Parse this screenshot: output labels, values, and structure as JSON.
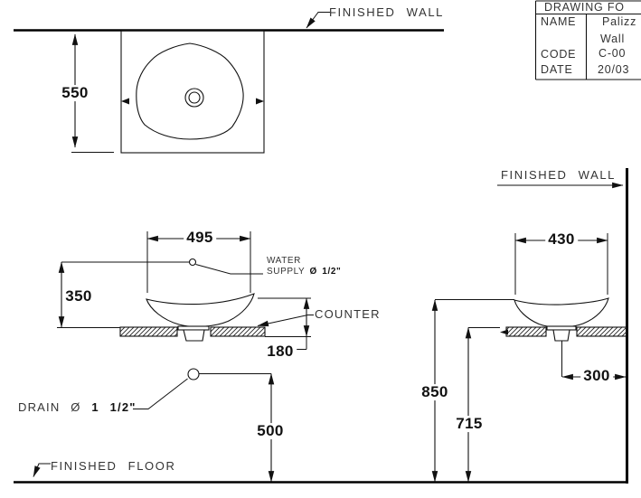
{
  "drawing": {
    "finished_wall_top": "FINISHED WALL",
    "finished_wall_right": "FINISHED WALL",
    "finished_floor": "FINISHED FLOOR",
    "counter_label": "COUNTER",
    "water_supply": {
      "line1": "WATER",
      "line2_prefix": "SUPPLY ",
      "line2_bold": "Ø 1/2\""
    },
    "drain_label": {
      "prefix": "DRAIN Ø ",
      "bold": "1 1/2\""
    }
  },
  "dimensions": {
    "plan_depth": "550",
    "bowl_width_front": "495",
    "supply_above_counter": "350",
    "bowl_height": "180",
    "drain_above_floor": "500",
    "bowl_width_side": "430",
    "rim_above_floor": "850",
    "counter_above_floor": "715",
    "drain_from_wall": "300"
  },
  "title_block": {
    "header": "DRAWING FO",
    "name_label": "NAME",
    "name_value_line1": "Palizz",
    "name_value_line2": "Wall",
    "code_label": "CODE",
    "code_value": "C-00",
    "date_label": "DATE",
    "date_value": "20/03"
  }
}
